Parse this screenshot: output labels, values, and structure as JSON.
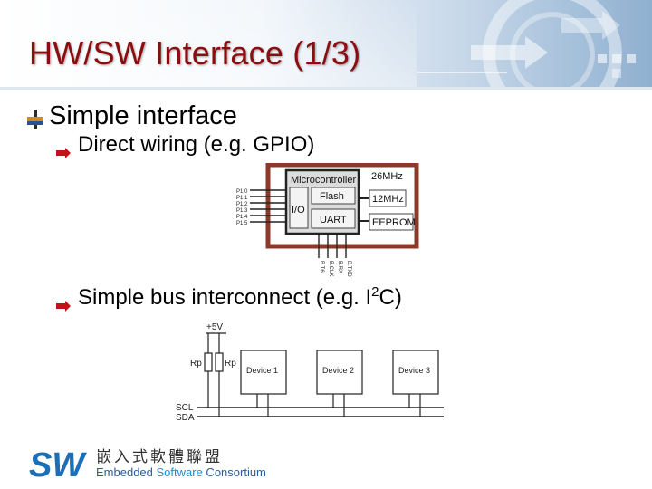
{
  "slide": {
    "title": "HW/SW Interface (1/3)",
    "bullet": "Simple interface",
    "sub_bullets": [
      "Direct wiring (e.g. GPIO)"
    ],
    "sub_bullet_bus_main": "Simple bus interconnect (e.g. I",
    "sub_bullet_bus_sup": "2",
    "sub_bullet_bus_end": "C)"
  },
  "gpio_diagram": {
    "chip_label": "Microcontroller",
    "flash_label": "Flash",
    "io_label": "I/O",
    "uart_label": "UART",
    "clock1_label": "26MHz",
    "clock2_label": "12MHz",
    "eeprom_label": "EEPROM",
    "pin_labels": [
      "P1.0",
      "P1.1",
      "P1.2",
      "P1.3",
      "P1.4",
      "P1.5"
    ],
    "bottom_pin_labels": [
      "B.T6",
      "B.CLK",
      "B.RX",
      "B.TXD"
    ]
  },
  "bus_diagram": {
    "voltage_label": "+5V",
    "resistor1_label": "Rp",
    "resistor2_label": "Rp",
    "scl_label": "SCL",
    "sda_label": "SDA",
    "devices": [
      "Device 1",
      "Device 2",
      "Device 3"
    ]
  },
  "logo": {
    "chinese_text": "嵌入式軟體聯盟",
    "english_prefix": "Embedded ",
    "english_software": "Software",
    "english_suffix": " Consortium",
    "mark_text": "SW"
  },
  "colors": {
    "title": "#8b0d10",
    "board": "#8b3a2a",
    "logo_blue": "#1a6fb8"
  }
}
